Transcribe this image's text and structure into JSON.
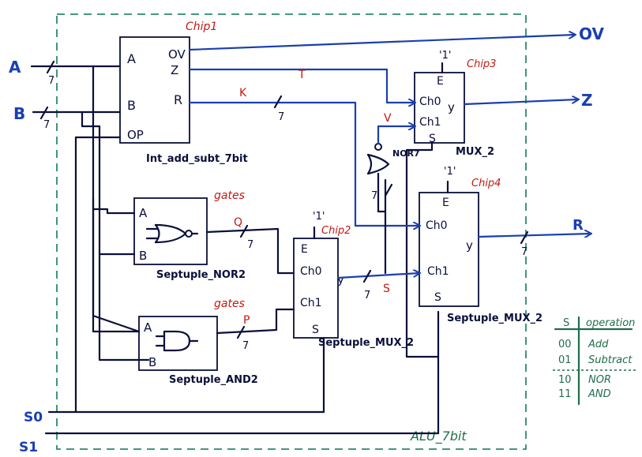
{
  "inputs": {
    "a": "A",
    "b": "B",
    "s0": "S0",
    "s1": "S1"
  },
  "outputs": {
    "ov": "OV",
    "z": "Z",
    "r": "R"
  },
  "boundary": {
    "label": "ALU_7bit"
  },
  "adder": {
    "chip": "Chip1",
    "name": "Int_add_subt_7bit",
    "ports": {
      "a": "A",
      "b": "B",
      "op": "OP",
      "ov": "OV",
      "z": "Z",
      "r": "R"
    }
  },
  "nor2": {
    "tag": "gates",
    "name": "Septuple_NOR2",
    "ports": {
      "a": "A",
      "b": "B"
    }
  },
  "and2": {
    "tag": "gates",
    "name": "Septuple_AND2",
    "ports": {
      "a": "A",
      "b": "B"
    }
  },
  "mux_inner": {
    "chip": "Chip2",
    "name": "Septuple_MUX_2",
    "enable_value": "'1'",
    "ports": {
      "e": "E",
      "ch0": "Ch0",
      "ch1": "Ch1",
      "y": "y",
      "s": "S"
    }
  },
  "mux_z": {
    "chip": "Chip3",
    "name": "MUX_2",
    "enable_value": "'1'",
    "ports": {
      "e": "E",
      "ch0": "Ch0",
      "ch1": "Ch1",
      "y": "y",
      "s": "S"
    }
  },
  "mux_r": {
    "chip": "Chip4",
    "name": "Septuple_MUX_2",
    "enable_value": "'1'",
    "ports": {
      "e": "E",
      "ch0": "Ch0",
      "ch1": "Ch1",
      "y": "y",
      "s": "S"
    }
  },
  "nor7": {
    "name": "NOR7"
  },
  "signals": {
    "t": "T",
    "k": "K",
    "v": "V",
    "q": "Q",
    "p": "P",
    "s": "S"
  },
  "bus_width": "7",
  "op_table": {
    "headers": [
      "S",
      "operation"
    ],
    "rows": [
      [
        "00",
        "Add"
      ],
      [
        "01",
        "Subtract"
      ],
      [
        "10",
        "NOR"
      ],
      [
        "11",
        "AND"
      ]
    ]
  },
  "colors": {
    "wire": "#0a0f3a",
    "bus": "#1a3fb0",
    "annotation": "#c21a10",
    "boundary": "#2a8a6a"
  }
}
